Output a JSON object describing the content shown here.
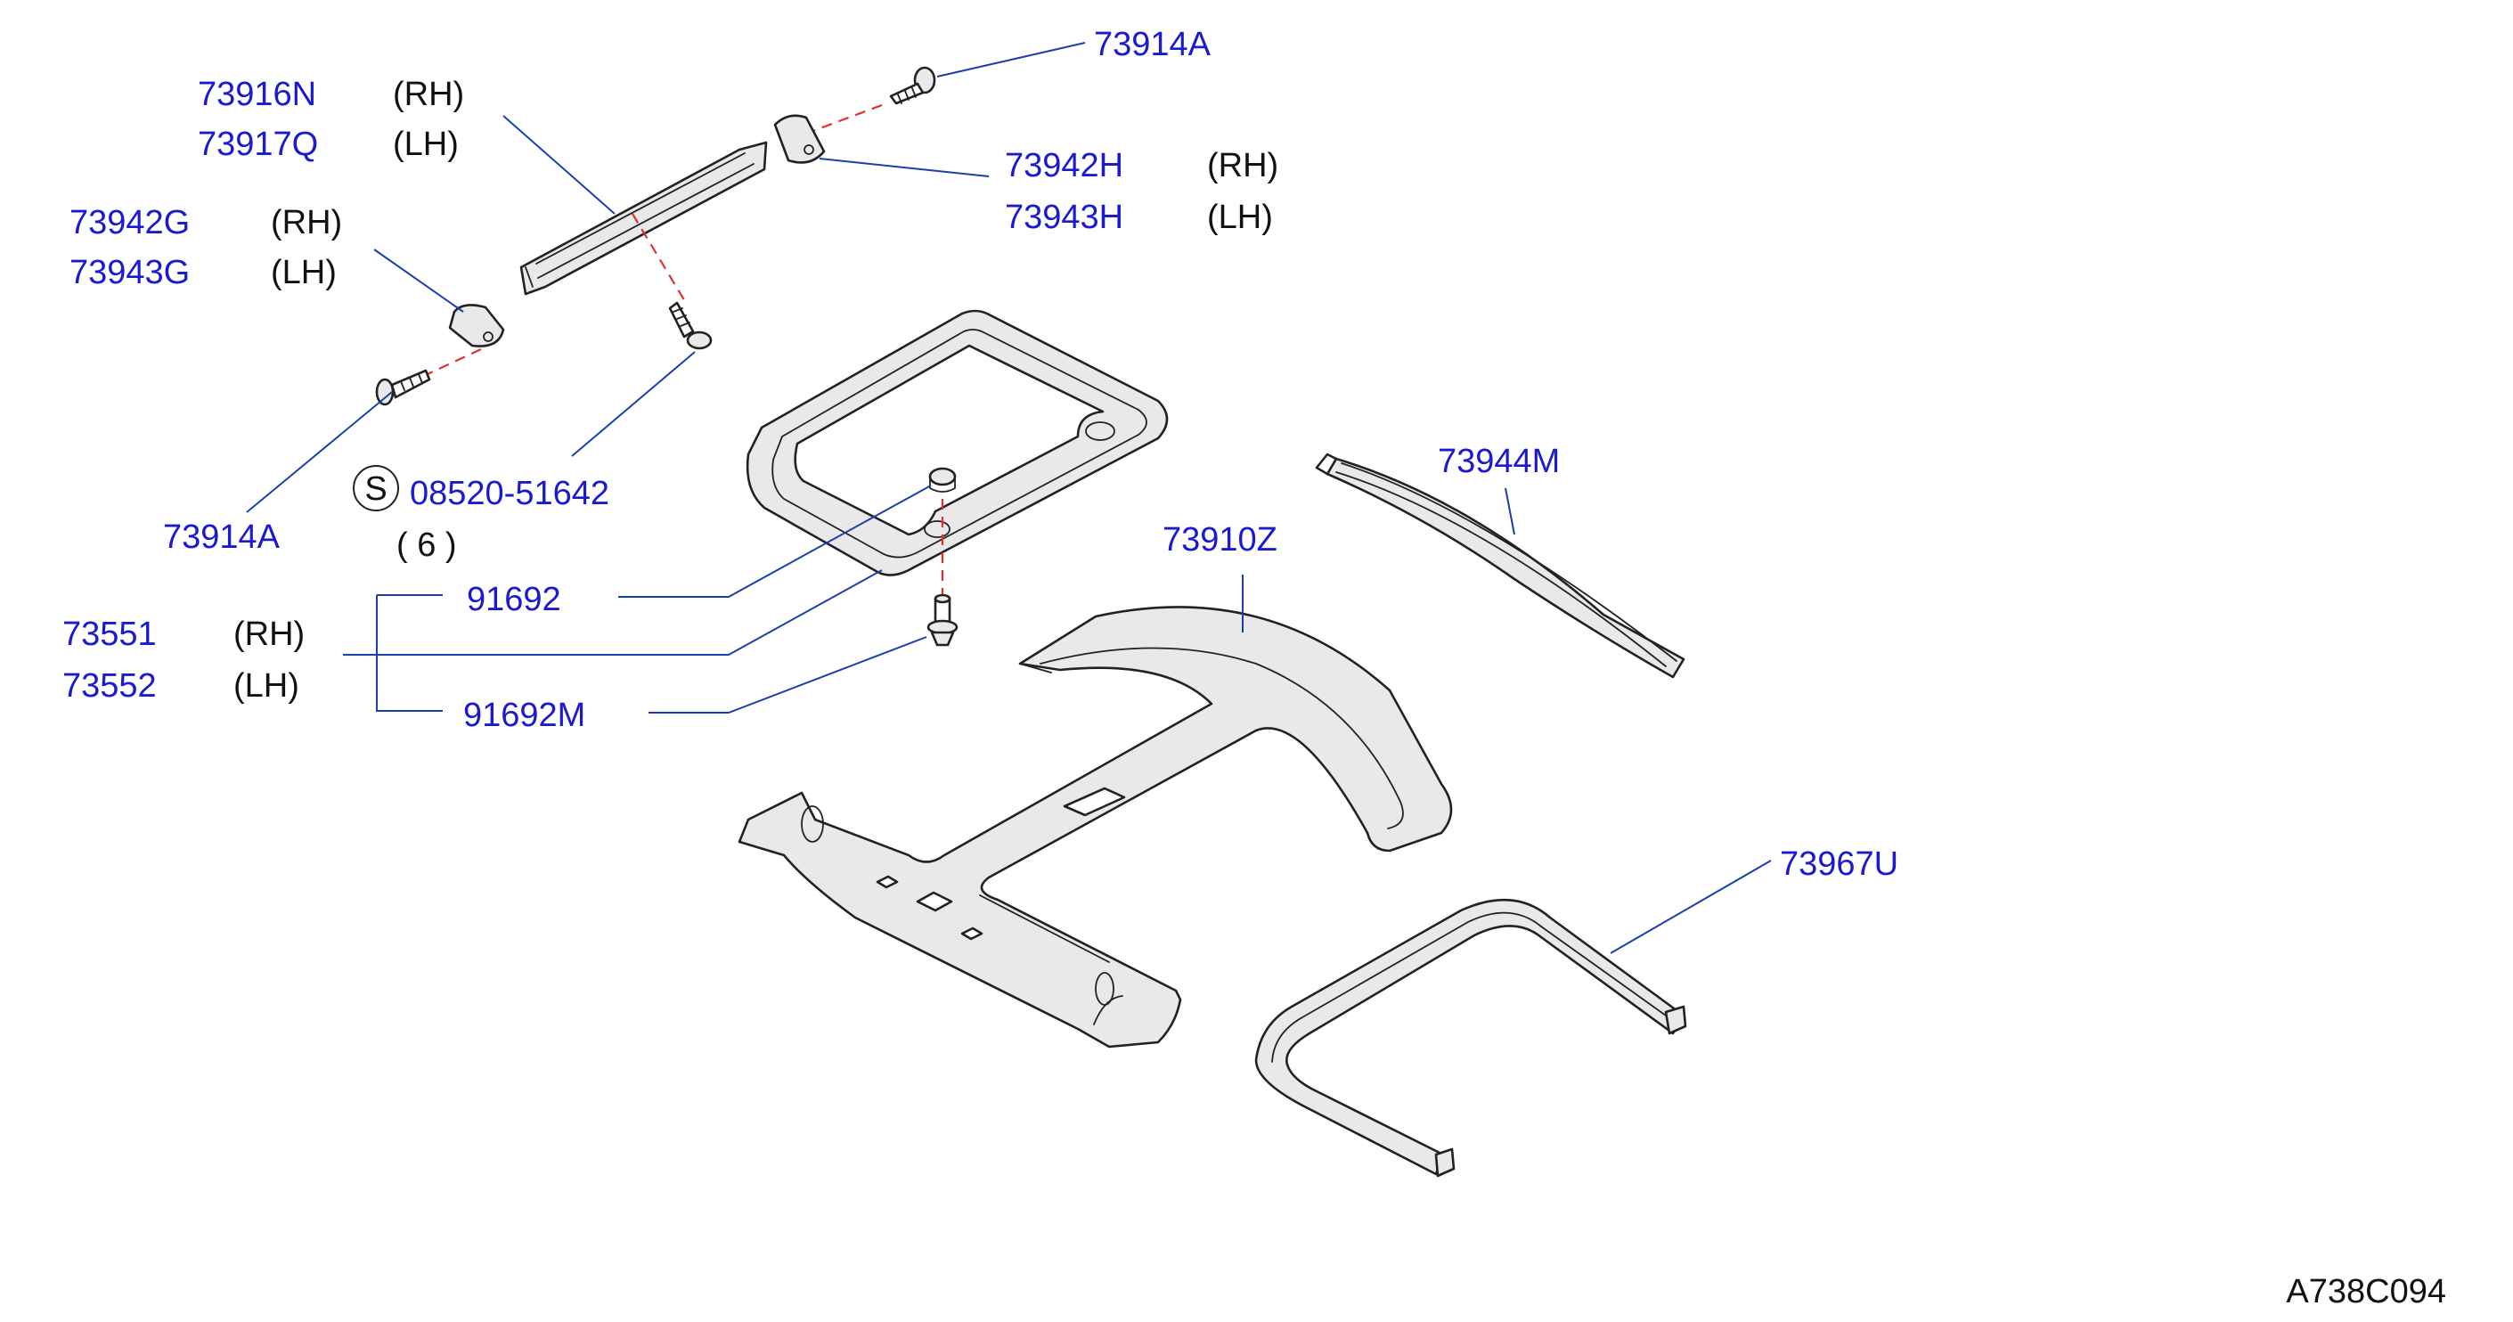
{
  "diagram_code": "A738C094",
  "callouts": [
    {
      "id": "c1",
      "part": "73914A",
      "side": ""
    },
    {
      "id": "c2",
      "part": "73916N",
      "side": "(RH)"
    },
    {
      "id": "c3",
      "part": "73917Q",
      "side": "(LH)"
    },
    {
      "id": "c4",
      "part": "73942H",
      "side": "(RH)"
    },
    {
      "id": "c5",
      "part": "73943H",
      "side": "(LH)"
    },
    {
      "id": "c6",
      "part": "73942G",
      "side": "(RH)"
    },
    {
      "id": "c7",
      "part": "73943G",
      "side": "(LH)"
    },
    {
      "id": "c8",
      "part": "08520-51642",
      "prefix": "S",
      "qty": "( 6 )"
    },
    {
      "id": "c9",
      "part": "73914A",
      "side": ""
    },
    {
      "id": "c10",
      "part": "73944M",
      "side": ""
    },
    {
      "id": "c11",
      "part": "73910Z",
      "side": ""
    },
    {
      "id": "c12",
      "part": "91692",
      "side": ""
    },
    {
      "id": "c13",
      "part": "73551",
      "side": "(RH)"
    },
    {
      "id": "c14",
      "part": "73552",
      "side": "(LH)"
    },
    {
      "id": "c15",
      "part": "91692M",
      "side": ""
    },
    {
      "id": "c16",
      "part": "73967U",
      "side": ""
    }
  ]
}
